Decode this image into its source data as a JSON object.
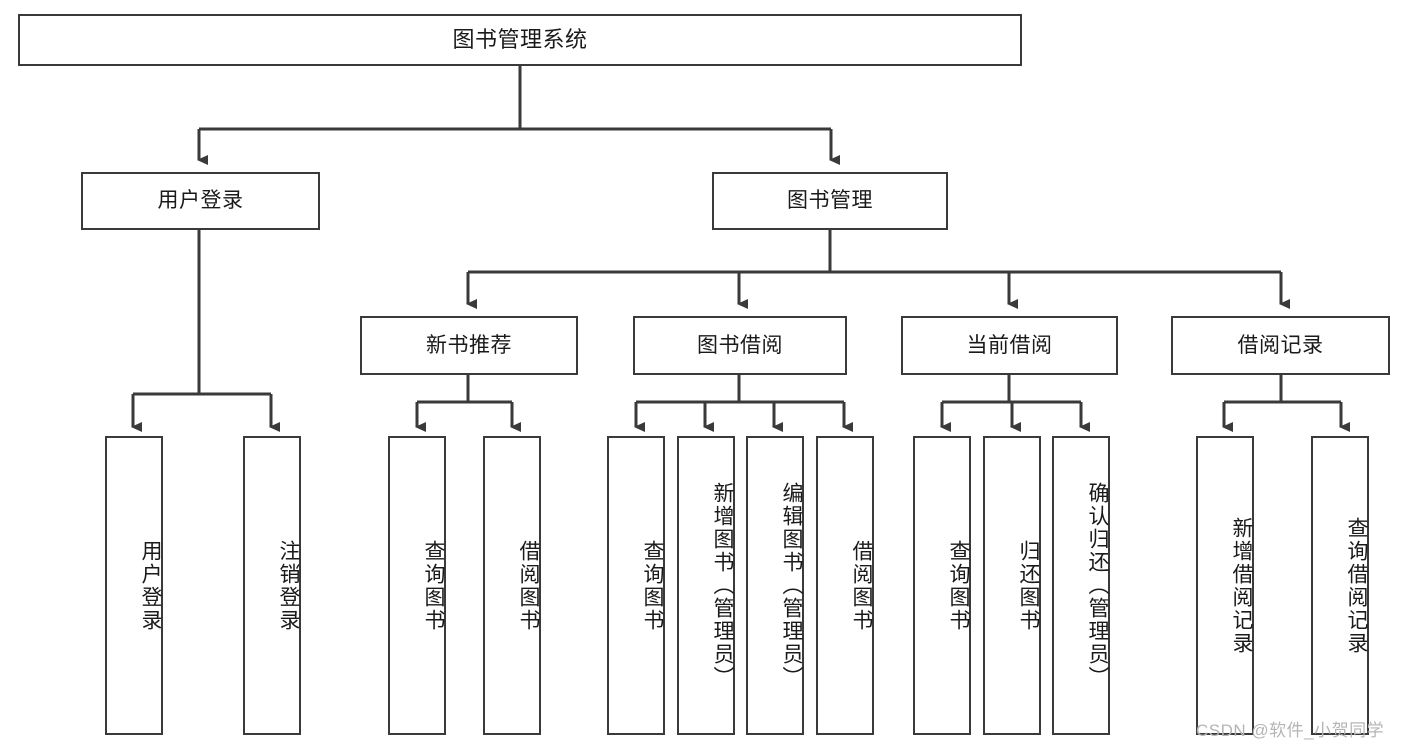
{
  "diagram": {
    "type": "tree",
    "title": "图书管理系统",
    "watermark": "CSDN @软件_小贺同学",
    "colors": {
      "stroke": "#3a3a3a",
      "fill": "#ffffff",
      "text": "#1a1a1a",
      "watermark": "#b5b5b5"
    },
    "nodes": {
      "root": {
        "label": "图书管理系统"
      },
      "level1": [
        {
          "id": "user-login",
          "label": "用户登录"
        },
        {
          "id": "book-management",
          "label": "图书管理"
        }
      ],
      "level2": [
        {
          "id": "new-book-recommend",
          "label": "新书推荐",
          "parent": "book-management"
        },
        {
          "id": "book-borrow",
          "label": "图书借阅",
          "parent": "book-management"
        },
        {
          "id": "current-borrow",
          "label": "当前借阅",
          "parent": "book-management"
        },
        {
          "id": "borrow-record",
          "label": "借阅记录",
          "parent": "book-management"
        }
      ],
      "leaves": {
        "user-login": [
          {
            "id": "leaf-user-login",
            "label": "用户登录"
          },
          {
            "id": "leaf-user-logout",
            "label": "注销登录"
          }
        ],
        "new-book-recommend": [
          {
            "id": "leaf-query-book-1",
            "label": "查询图书"
          },
          {
            "id": "leaf-borrow-book-1",
            "label": "借阅图书"
          }
        ],
        "book-borrow": [
          {
            "id": "leaf-query-book-2",
            "label": "查询图书"
          },
          {
            "id": "leaf-add-book",
            "label": "新增图书（管理员）"
          },
          {
            "id": "leaf-edit-book",
            "label": "编辑图书（管理员）"
          },
          {
            "id": "leaf-borrow-book-2",
            "label": "借阅图书"
          }
        ],
        "current-borrow": [
          {
            "id": "leaf-query-book-3",
            "label": "查询图书"
          },
          {
            "id": "leaf-return-book",
            "label": "归还图书"
          },
          {
            "id": "leaf-confirm-return",
            "label": "确认归还（管理员）"
          }
        ],
        "borrow-record": [
          {
            "id": "leaf-add-record",
            "label": "新增借阅记录"
          },
          {
            "id": "leaf-query-record",
            "label": "查询借阅记录"
          }
        ]
      }
    }
  }
}
